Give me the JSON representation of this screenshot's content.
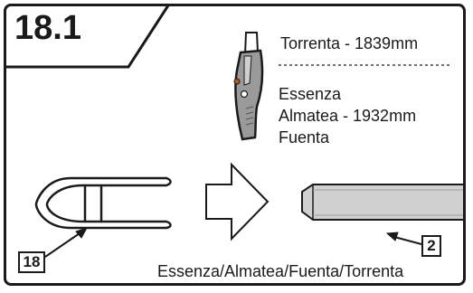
{
  "step": {
    "number": "18.1"
  },
  "lengths": {
    "line1": "Torrenta - 1839mm",
    "line2": "Essenza",
    "line3": "Almatea - 1932mm",
    "line4": "Fuenta"
  },
  "callouts": {
    "seal_part": "18",
    "profile_part": "2"
  },
  "footer": {
    "models": "Essenza/Almatea/Fuenta/Torrenta"
  }
}
